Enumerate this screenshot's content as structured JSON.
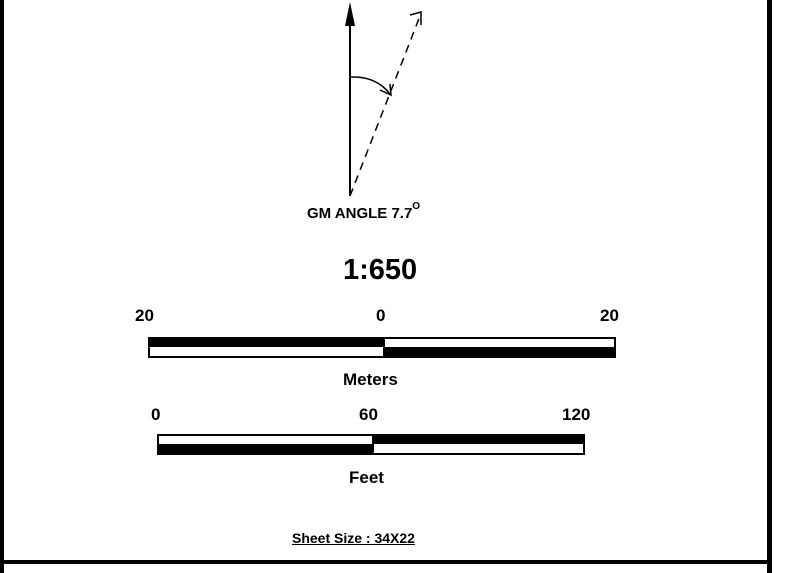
{
  "north_arrow": {
    "gm_angle_label": "GM ANGLE 7.7",
    "degree_symbol": "O"
  },
  "scale": {
    "ratio": "1:650"
  },
  "meters_bar": {
    "tick_left": "20",
    "tick_center": "0",
    "tick_right": "20",
    "unit_label": "Meters"
  },
  "feet_bar": {
    "tick_left": "0",
    "tick_center": "60",
    "tick_right": "120",
    "unit_label": "Feet"
  },
  "sheet_size": "Sheet Size : 34X22",
  "colors": {
    "ink": "#000000",
    "paper": "#ffffff"
  }
}
